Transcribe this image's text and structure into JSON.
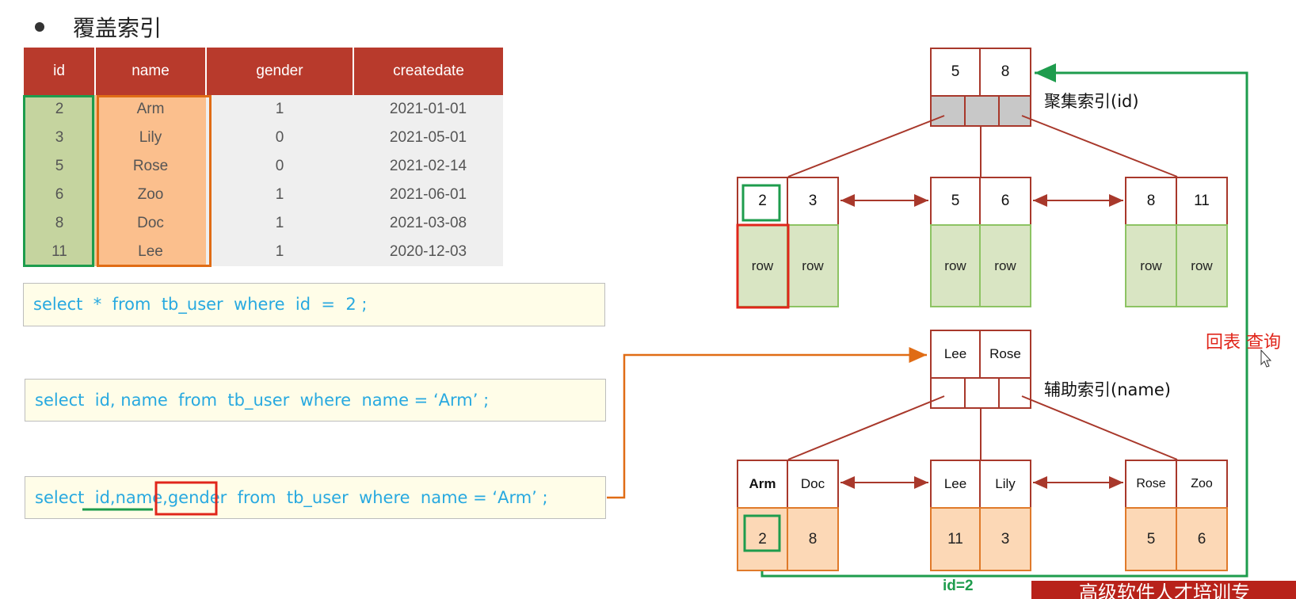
{
  "title": "覆盖索引",
  "table": {
    "headers": [
      "id",
      "name",
      "gender",
      "createdate"
    ],
    "rows": [
      [
        "2",
        "Arm",
        "1",
        "2021-01-01"
      ],
      [
        "3",
        "Lily",
        "0",
        "2021-05-01"
      ],
      [
        "5",
        "Rose",
        "0",
        "2021-02-14"
      ],
      [
        "6",
        "Zoo",
        "1",
        "2021-06-01"
      ],
      [
        "8",
        "Doc",
        "1",
        "2021-03-08"
      ],
      [
        "11",
        "Lee",
        "1",
        "2020-12-03"
      ]
    ]
  },
  "sql": {
    "q1": "select  *  from  tb_user  where  id  =  2 ;",
    "q2": "select  id, name  from  tb_user  where  name = ‘Arm’ ;",
    "q3_select": "select ",
    "q3_cols": " id,name,",
    "q3_gender": "gender",
    "q3_rest": "  from  tb_user  where  name = ‘Arm’ ;"
  },
  "clustered": {
    "label": "聚集索引(id)",
    "root": [
      "5",
      "8"
    ],
    "leaves": [
      {
        "keys": [
          "2",
          "3"
        ],
        "rows": [
          "row",
          "row"
        ]
      },
      {
        "keys": [
          "5",
          "6"
        ],
        "rows": [
          "row",
          "row"
        ]
      },
      {
        "keys": [
          "8",
          "11"
        ],
        "rows": [
          "row",
          "row"
        ]
      }
    ]
  },
  "secondary": {
    "label": "辅助索引(name)",
    "root": [
      "Lee",
      "Rose"
    ],
    "leaves": [
      {
        "keys": [
          "Arm",
          "Doc"
        ],
        "ids": [
          "2",
          "8"
        ]
      },
      {
        "keys": [
          "Lee",
          "Lily"
        ],
        "ids": [
          "11",
          "3"
        ]
      },
      {
        "keys": [
          "Rose",
          "Zoo"
        ],
        "ids": [
          "5",
          "6"
        ]
      }
    ]
  },
  "annotations": {
    "lookup": "回表 查询",
    "id_eq": "id=2",
    "banner": "高级软件人才培训专"
  },
  "colors": {
    "header": "#b83a2c",
    "node_border": "#a8382b",
    "green": "#1e9c4d",
    "orange": "#e06c15",
    "red": "#e0261b",
    "sql_text": "#28a9e0"
  }
}
